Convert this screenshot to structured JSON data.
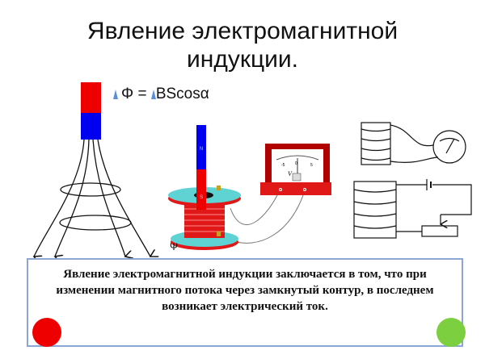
{
  "title": {
    "line1": "Явление электромагнитной",
    "line2": "индукции."
  },
  "formula": {
    "left": "Φ =",
    "right": "BScosα",
    "delta_icon": "delta-triangle-icon"
  },
  "figure": {
    "magnet_labels": {
      "north": "N",
      "south": "S"
    },
    "meter_scale": [
      "-5",
      "0",
      "5"
    ],
    "meter_letter": "V"
  },
  "definition": {
    "text": "Явление электромагнитной индукции заключается  в том, что при изменении магнитного потока через замкнутый контур, в последнем возникает электрический ток."
  },
  "nav": {
    "prev_color": "#ee0000",
    "next_color": "#7ccf3e"
  },
  "colors": {
    "magnet_north": "#0000ee",
    "magnet_south": "#ee0000",
    "coil_disc": "#5fd3d3",
    "coil": "#e01818",
    "box_border": "#8aa5d6"
  }
}
